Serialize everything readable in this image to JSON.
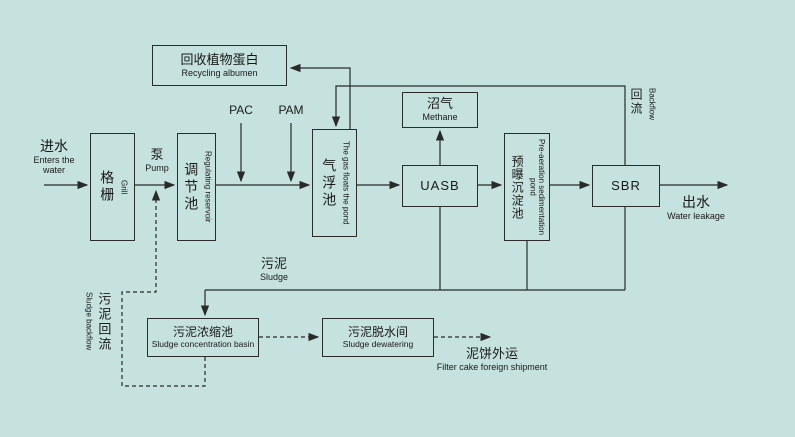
{
  "colors": {
    "bg": "#c6e2de",
    "line": "#2a2a2a",
    "border": "#2b2b2b"
  },
  "main_flow": {
    "inflow": {
      "zh": "进水",
      "en": "Enters the water"
    },
    "grill": {
      "zh": "格栅",
      "en": "Grill"
    },
    "pump": {
      "zh": "泵",
      "en": "Pump"
    },
    "regulating_tank": {
      "zh": "调节池",
      "en": "Regulating reservoir"
    },
    "dosing_pac": {
      "label": "PAC"
    },
    "dosing_pam": {
      "label": "PAM"
    },
    "flotation_tank": {
      "zh": "气浮池",
      "en": "The gas floats the pond"
    },
    "uasb": {
      "label": "UASB"
    },
    "methane": {
      "zh": "沼气",
      "en": "Methane"
    },
    "pre_sedimentation": {
      "zh": "预曝沉淀池",
      "en": "Pre-aeration sedimentation pond"
    },
    "sbr": {
      "label": "SBR"
    },
    "outflow": {
      "zh": "出水",
      "en": "Water leakage"
    }
  },
  "recycle": {
    "recycling_albumen": {
      "zh": "回收植物蛋白",
      "en": "Recycling albumen"
    },
    "backflow": {
      "zh": "回流",
      "en": "Backflow"
    }
  },
  "sludge_line": {
    "sludge": {
      "zh": "污泥",
      "en": "Sludge"
    },
    "sludge_backflow": {
      "zh": "污泥回流",
      "en": "Sludge backflow"
    },
    "concentration_basin": {
      "zh": "污泥浓缩池",
      "en": "Sludge concentration basin"
    },
    "dewatering_room": {
      "zh": "污泥脱水间",
      "en": "Sludge dewatering"
    },
    "filter_cake": {
      "zh": "泥饼外运",
      "en": "Filter cake foreign shipment"
    }
  }
}
